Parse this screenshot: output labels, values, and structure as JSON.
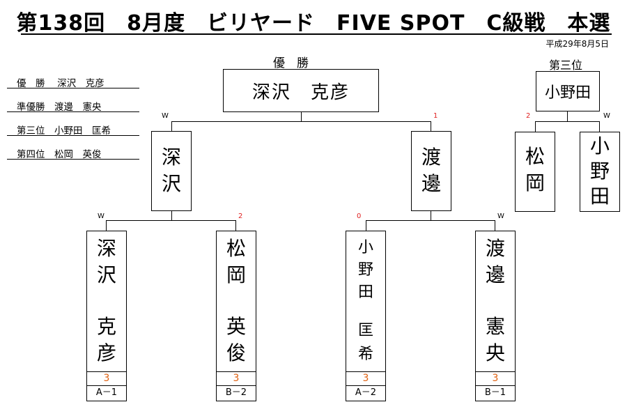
{
  "title": "第138回　8月度　ビリヤード　FIVE SPOT　C級戦　本選",
  "date": "平成29年8月5日",
  "results": [
    "優　勝　 深沢　克彦",
    "準優勝　渡邊　憲央",
    "第三位　小野田　匡希",
    "第四位　松岡　英俊"
  ],
  "labels": {
    "champion": "優　勝",
    "third": "第三位"
  },
  "final": {
    "winner": "深沢　克彦"
  },
  "semis": {
    "left": {
      "name": [
        "深",
        "沢"
      ],
      "tag": "W"
    },
    "right": {
      "name": [
        "渡",
        "邊"
      ],
      "tag": "1"
    }
  },
  "third_place": {
    "winner": "小野田",
    "left": {
      "name": [
        "松",
        "岡"
      ],
      "tag": "2"
    },
    "right": {
      "name": [
        "小",
        "野",
        "田"
      ],
      "tag": "W"
    }
  },
  "first_round": [
    {
      "name_top": [
        "深",
        "沢"
      ],
      "name_bottom": [
        "克",
        "彦"
      ],
      "tag": "W",
      "score": "3",
      "seed": "A－1"
    },
    {
      "name_top": [
        "松",
        "岡"
      ],
      "name_bottom": [
        "英",
        "俊"
      ],
      "tag": "2",
      "score": "3",
      "seed": "B－2"
    },
    {
      "name_top": [
        "小",
        "野",
        "田"
      ],
      "name_bottom": [
        "匡",
        "希"
      ],
      "tag": "0",
      "score": "3",
      "seed": "A－2"
    },
    {
      "name_top": [
        "渡",
        "邊"
      ],
      "name_bottom": [
        "憲",
        "央"
      ],
      "tag": "W",
      "score": "3",
      "seed": "B－1"
    }
  ]
}
